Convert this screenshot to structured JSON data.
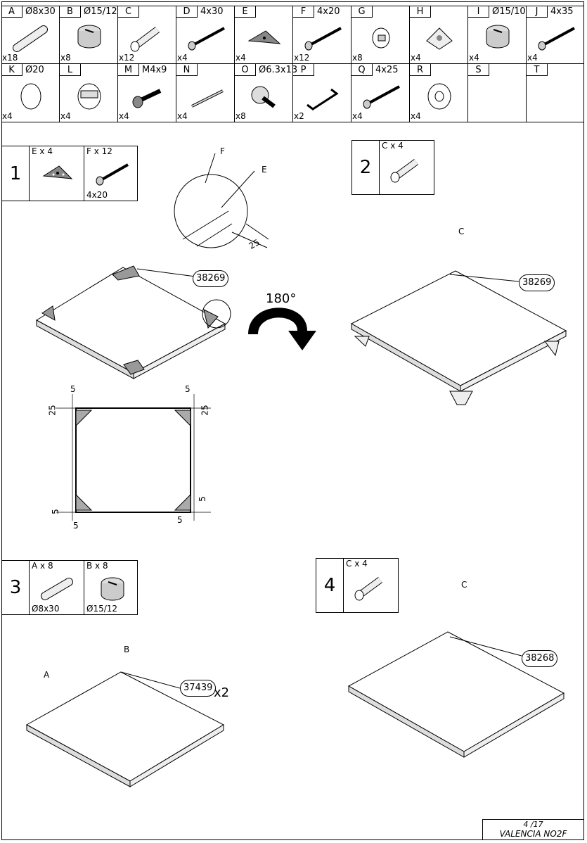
{
  "parts": [
    {
      "letter": "A",
      "dim": "Ø8x30",
      "qty": "x18",
      "icon": "dowel-icon"
    },
    {
      "letter": "B",
      "dim": "Ø15/12",
      "qty": "x8",
      "icon": "cam-lock-icon"
    },
    {
      "letter": "C",
      "dim": "",
      "qty": "x12",
      "icon": "cam-bolt-icon"
    },
    {
      "letter": "D",
      "dim": "4x30",
      "qty": "x4",
      "icon": "screw-icon"
    },
    {
      "letter": "E",
      "dim": "",
      "qty": "x4",
      "icon": "corner-bracket-icon"
    },
    {
      "letter": "F",
      "dim": "4x20",
      "qty": "x12",
      "icon": "screw-icon"
    },
    {
      "letter": "G",
      "dim": "",
      "qty": "x8",
      "icon": "glide-icon"
    },
    {
      "letter": "H",
      "dim": "",
      "qty": "x4",
      "icon": "angle-connector-icon"
    },
    {
      "letter": "I",
      "dim": "Ø15/10",
      "qty": "x4",
      "icon": "cam-lock-icon"
    },
    {
      "letter": "J",
      "dim": "4x35",
      "qty": "x4",
      "icon": "screw-icon"
    },
    {
      "letter": "K",
      "dim": "Ø20",
      "qty": "x4",
      "icon": "cap-icon"
    },
    {
      "letter": "L",
      "dim": "",
      "qty": "x4",
      "icon": "shelf-support-icon"
    },
    {
      "letter": "M",
      "dim": "M4x9",
      "qty": "x4",
      "icon": "bolt-icon"
    },
    {
      "letter": "N",
      "dim": "",
      "qty": "x4",
      "icon": "rail-icon"
    },
    {
      "letter": "O",
      "dim": "Ø6.3x13",
      "qty": "x8",
      "icon": "wide-screw-icon"
    },
    {
      "letter": "P",
      "dim": "",
      "qty": "x2",
      "icon": "handle-icon"
    },
    {
      "letter": "Q",
      "dim": "4x25",
      "qty": "x4",
      "icon": "screw-icon"
    },
    {
      "letter": "R",
      "dim": "",
      "qty": "x4",
      "icon": "washer-icon"
    },
    {
      "letter": "S",
      "dim": "",
      "qty": "",
      "icon": ""
    },
    {
      "letter": "T",
      "dim": "",
      "qty": "",
      "icon": ""
    }
  ],
  "steps": [
    {
      "number": "1",
      "parts": [
        {
          "label": "E x 4",
          "dim": ""
        },
        {
          "label": "F x 12",
          "dim": "4x20"
        }
      ]
    },
    {
      "number": "2",
      "parts": [
        {
          "label": "C x 4",
          "dim": ""
        }
      ]
    },
    {
      "number": "3",
      "parts": [
        {
          "label": "A x 8",
          "dim": "Ø8x30"
        },
        {
          "label": "B x 8",
          "dim": "Ø15/12"
        }
      ]
    },
    {
      "number": "4",
      "parts": [
        {
          "label": "C x 4",
          "dim": ""
        }
      ]
    }
  ],
  "labels": {
    "f": "F",
    "e": "E",
    "c": "C",
    "a": "A",
    "b": "B",
    "dim25": "25",
    "dim5": "5",
    "rotate": "180°",
    "x2": "x2"
  },
  "callouts": {
    "s1": "38269",
    "s2": "38269",
    "s3": "37439",
    "s4": "38268"
  },
  "footer": {
    "page": "4 /17",
    "name": "VALENCIA NO2F"
  }
}
